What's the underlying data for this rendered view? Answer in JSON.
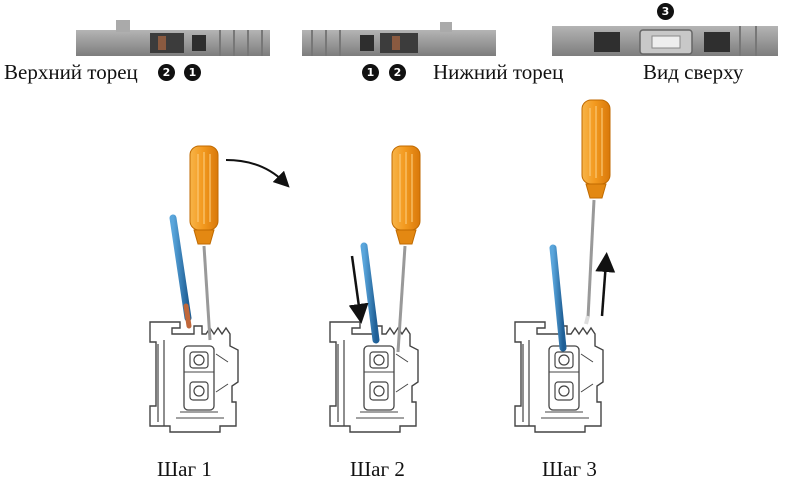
{
  "colors": {
    "terminal_body": "#9c9c9c",
    "terminal_dark": "#333333",
    "screwdriver_handle": "#f39a1f",
    "wire_insulation": "#2b7fc0",
    "wire_copper": "#c0673a",
    "arrow": "#111111"
  },
  "views": {
    "top_end": {
      "label": "Верхний торец",
      "badges": [
        "2",
        "1"
      ]
    },
    "bottom_end": {
      "label": "Нижний торец",
      "badges": [
        "1",
        "2"
      ]
    },
    "top_view": {
      "label": "Вид сверху",
      "badges": [
        "3"
      ]
    }
  },
  "steps": [
    {
      "label": "Шаг 1",
      "arrow": "curved-arrow-icon"
    },
    {
      "label": "Шаг 2",
      "arrow": "down-arrow-icon"
    },
    {
      "label": "Шаг 3",
      "arrow": "up-arrow-icon"
    }
  ]
}
